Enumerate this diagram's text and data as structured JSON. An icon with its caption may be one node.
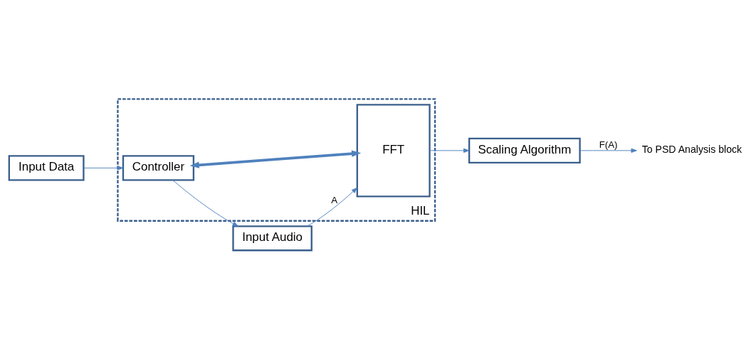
{
  "diagram": {
    "nodes": [
      {
        "text": [
          "HIL"
        ]
      },
      {
        "text": [
          "Input Data"
        ]
      },
      {
        "text": [
          "Controller"
        ],
        "in": 0
      },
      {
        "text": [
          "Input Audio"
        ]
      },
      {
        "text": [
          "FFT"
        ],
        "in": 0
      },
      {
        "text": [
          "Scaling Algorithm"
        ]
      },
      {
        "text": [
          "To PSD Analysis block"
        ]
      }
    ],
    "edges": [
      {
        "from": 1,
        "to": 2,
        "arrow": "to"
      },
      {
        "from": 2,
        "to": 4,
        "arrow": "both",
        "style": "thick"
      },
      {
        "from": 2,
        "to": 3,
        "arrow": "to"
      },
      {
        "from": 3,
        "to": 4,
        "arrow": "to",
        "label": "A"
      },
      {
        "from": 4,
        "to": 5,
        "arrow": "to"
      },
      {
        "from": 5,
        "to": 6,
        "arrow": "to",
        "label": "F(A)"
      }
    ]
  }
}
